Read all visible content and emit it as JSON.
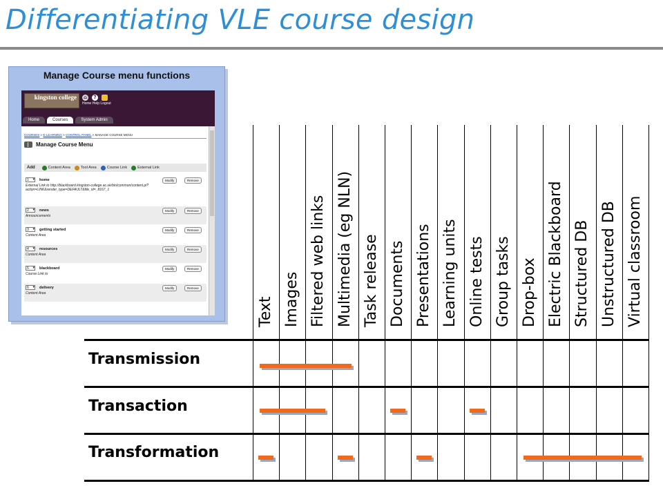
{
  "slide": {
    "title": "Differentiating VLE course design"
  },
  "screenshot": {
    "caption": "Manage Course menu functions",
    "logo_text": "kingston college",
    "top_links": "Home Help Logout",
    "tabs": [
      "Home",
      "Courses",
      "System Admin"
    ],
    "active_tab": "Courses",
    "breadcrumb": [
      "COURSES",
      "E-LEARNING",
      "CONTROL PANEL",
      "MANAGE COURSE MENU"
    ],
    "heading": "Manage Course Menu",
    "add_bar": {
      "label": "Add",
      "options": [
        "Content Area",
        "Tool Area",
        "Course Link",
        "External Link"
      ],
      "icon_colors": [
        "#2a7a2a",
        "#c8891e",
        "#2f5fb0",
        "#2a7a2a"
      ]
    },
    "menu_items": [
      {
        "order": "1",
        "name": "home",
        "desc": "External Link to http://blackboard.kingston-college.ac.uk/bin/common/content.pl?action=LINK&render_type=DEFAULT&file_id=_8167_1"
      },
      {
        "order": "2",
        "name": "news",
        "desc": "Announcements"
      },
      {
        "order": "3",
        "name": "getting started",
        "desc": "Content Area"
      },
      {
        "order": "4",
        "name": "resources",
        "desc": "Content Area"
      },
      {
        "order": "5",
        "name": "blackboard",
        "desc": "Course Link to"
      },
      {
        "order": "6",
        "name": "delivery",
        "desc": "Content Area"
      }
    ],
    "buttons": {
      "modify": "Modify",
      "remove": "Remove"
    }
  },
  "matrix": {
    "columns": [
      "Text",
      "Images",
      "Filtered web links",
      "Multimedia (eg NLN)",
      "Task release",
      "Documents",
      "Presentations",
      "Learning units",
      "Online tests",
      "Group tasks",
      "Drop-box",
      "Electric Blackboard",
      "Structured DB",
      "Unstructured DB",
      "Virtual classroom"
    ],
    "rows": [
      "Transmission",
      "Transaction",
      "Transformation"
    ],
    "bar_color": "#f06a1e",
    "coverage": [
      {
        "row": "Transmission",
        "spans": [
          [
            "Text",
            "Multimedia (eg NLN)"
          ]
        ]
      },
      {
        "row": "Transaction",
        "spans": [
          [
            "Text",
            "Filtered web links"
          ],
          [
            "Documents",
            "Documents"
          ],
          [
            "Online tests",
            "Online tests"
          ]
        ]
      },
      {
        "row": "Transformation",
        "spans": [
          [
            "Text",
            "Text"
          ],
          [
            "Multimedia (eg NLN)",
            "Multimedia (eg NLN)"
          ],
          [
            "Presentations",
            "Presentations"
          ],
          [
            "Drop-box",
            "Virtual classroom"
          ]
        ]
      }
    ]
  }
}
